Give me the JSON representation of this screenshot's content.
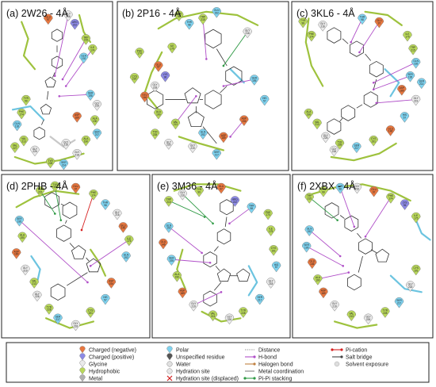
{
  "colors": {
    "negative": "#e8773f",
    "positive": "#8c8ae6",
    "glycine": "#eaeaea",
    "hydrophobic": "#b9d85a",
    "metal": "#b0b0b0",
    "polar": "#7fd3f0",
    "unspecified": "#555555",
    "water": "#e0e0e0",
    "hydration": "#e6e6e6",
    "pocket_hydrophobic": "#9ec23d",
    "pocket_polar": "#6cc4e0",
    "pocket_exposed": "#c8c8c8",
    "hbond": "#b04fc8",
    "pipi": "#2f9a45",
    "pication": "#d62020",
    "halogen": "#c08040",
    "saltbridge": "#444444",
    "distance": "#999999",
    "ligand": "#333333"
  },
  "panels": [
    {
      "title": "(a) 2W26 - 4Å",
      "residues": [
        {
          "kind": "negative",
          "label": "GLU 97"
        },
        {
          "kind": "positive",
          "label": "ARG 222"
        },
        {
          "kind": "glycine",
          "label": "GLY 216"
        },
        {
          "kind": "hydrophobic",
          "label": "TRP 215"
        },
        {
          "kind": "hydrophobic",
          "label": "ILE 174"
        },
        {
          "kind": "polar",
          "label": "GLN 192"
        },
        {
          "kind": "hydrophobic",
          "label": "TYR 99"
        },
        {
          "kind": "hydrophobic",
          "label": "PHE 174"
        },
        {
          "kind": "polar",
          "label": "SER 195"
        },
        {
          "kind": "glycine",
          "label": "GLY 219"
        },
        {
          "kind": "negative",
          "label": "ASP 189"
        },
        {
          "kind": "hydrophobic",
          "label": "ALA 190"
        },
        {
          "kind": "polar",
          "label": "GLN 192"
        },
        {
          "kind": "hydrophobic",
          "label": "VAL 213"
        },
        {
          "kind": "glycine",
          "label": "GLY 226"
        },
        {
          "kind": "hydrophobic",
          "label": "TYR 228"
        },
        {
          "kind": "polar",
          "label": "SER 214"
        },
        {
          "kind": "glycine",
          "label": "GLY 218"
        },
        {
          "kind": "hydrophobic",
          "label": "ALA 190"
        },
        {
          "kind": "polar",
          "label": "SER 217"
        },
        {
          "kind": "hydrophobic",
          "label": "VAL 227"
        },
        {
          "kind": "glycine",
          "label": "GLY 216"
        }
      ]
    },
    {
      "title": "(b) 2P16 - 4Å",
      "residues": [
        {
          "kind": "hydrophobic",
          "label": "TYR 99"
        },
        {
          "kind": "polar",
          "label": "THR 98"
        },
        {
          "kind": "negative",
          "label": "GLU 97"
        },
        {
          "kind": "positive",
          "label": "LYS 96"
        },
        {
          "kind": "hydrophobic",
          "label": "PHE 174"
        },
        {
          "kind": "hydrophobic",
          "label": "ILE 175"
        },
        {
          "kind": "hydrophobic",
          "label": "TRP 215"
        },
        {
          "kind": "polar",
          "label": "GLN 192"
        },
        {
          "kind": "glycine",
          "label": "GLY 216"
        },
        {
          "kind": "polar",
          "label": "SER 195"
        },
        {
          "kind": "negative",
          "label": "GLU 146"
        },
        {
          "kind": "glycine",
          "label": "GLY 218"
        },
        {
          "kind": "hydrophobic",
          "label": "CYS 220"
        },
        {
          "kind": "hydrophobic",
          "label": "ALA 190"
        },
        {
          "kind": "hydrophobic",
          "label": "VAL 213"
        },
        {
          "kind": "polar",
          "label": "GLN 192"
        },
        {
          "kind": "negative",
          "label": "ASP 189"
        },
        {
          "kind": "polar",
          "label": "SER 217"
        },
        {
          "kind": "glycine",
          "label": "GLY 219"
        },
        {
          "kind": "glycine",
          "label": "GLY 226"
        },
        {
          "kind": "hydrophobic",
          "label": "TYR 228"
        },
        {
          "kind": "negative",
          "label": "ASP 194"
        },
        {
          "kind": "polar",
          "label": "HIS 57"
        }
      ]
    },
    {
      "title": "(c) 3KL6 - 4Å",
      "residues": [
        {
          "kind": "hydrophobic",
          "label": "TYR 99"
        },
        {
          "kind": "hydrophobic",
          "label": "PHE 174"
        },
        {
          "kind": "glycine",
          "label": "GLY 216"
        },
        {
          "kind": "polar",
          "label": "THR 98"
        },
        {
          "kind": "negative",
          "label": "GLU 97"
        },
        {
          "kind": "hydrophobic",
          "label": "ILE 175"
        },
        {
          "kind": "hydrophobic",
          "label": "TRP 215"
        },
        {
          "kind": "polar",
          "label": "GLN 192"
        },
        {
          "kind": "polar",
          "label": "SER 195"
        },
        {
          "kind": "negative",
          "label": "ASP 189"
        },
        {
          "kind": "glycine",
          "label": "GLY 219"
        },
        {
          "kind": "hydrophobic",
          "label": "ALA 190"
        },
        {
          "kind": "hydrophobic",
          "label": "VAL 213"
        },
        {
          "kind": "glycine",
          "label": "GLY 226"
        },
        {
          "kind": "hydrophobic",
          "label": "TYR 228"
        },
        {
          "kind": "polar",
          "label": "SER 217"
        },
        {
          "kind": "hydrophobic",
          "label": "CYS 191"
        },
        {
          "kind": "negative",
          "label": "GLU 146"
        },
        {
          "kind": "polar",
          "label": "HIS 57"
        },
        {
          "kind": "glycine",
          "label": "GLY 218"
        },
        {
          "kind": "polar",
          "label": "SER 214"
        }
      ]
    },
    {
      "title": "(d) 2PHB - 4Å",
      "residues": [
        {
          "kind": "hydrophobic",
          "label": "TRP 215"
        },
        {
          "kind": "hydrophobic",
          "label": "TYR 99"
        },
        {
          "kind": "negative",
          "label": "GLU 97"
        },
        {
          "kind": "hydrophobic",
          "label": "PHE 174"
        },
        {
          "kind": "polar",
          "label": "THR 98"
        },
        {
          "kind": "glycine",
          "label": "GLY 216"
        },
        {
          "kind": "negative",
          "label": "GLU 146"
        },
        {
          "kind": "hydrophobic",
          "label": "ILE 175"
        },
        {
          "kind": "polar",
          "label": "GLN 192"
        },
        {
          "kind": "polar",
          "label": "SER 195"
        },
        {
          "kind": "hydrophobic",
          "label": "ALA 190"
        },
        {
          "kind": "negative",
          "label": "ASP 189"
        },
        {
          "kind": "glycine",
          "label": "GLY 219"
        },
        {
          "kind": "hydrophobic",
          "label": "VAL 213"
        },
        {
          "kind": "glycine",
          "label": "GLY 226"
        },
        {
          "kind": "hydrophobic",
          "label": "TYR 228"
        },
        {
          "kind": "polar",
          "label": "SER 217"
        },
        {
          "kind": "glycine",
          "label": "GLY 218"
        },
        {
          "kind": "hydrophobic",
          "label": "CYS 191"
        },
        {
          "kind": "polar",
          "label": "HIS 57"
        },
        {
          "kind": "negative",
          "label": "ASP 194"
        }
      ]
    },
    {
      "title": "(e) 3M36 - 4Å",
      "residues": [
        {
          "kind": "hydrophobic",
          "label": "TRP 215"
        },
        {
          "kind": "glycine",
          "label": "GLY 216"
        },
        {
          "kind": "hydrophobic",
          "label": "TYR 99"
        },
        {
          "kind": "negative",
          "label": "GLU 97"
        },
        {
          "kind": "positive",
          "label": "ARG 222"
        },
        {
          "kind": "polar",
          "label": "THR 98"
        },
        {
          "kind": "hydrophobic",
          "label": "PHE 174"
        },
        {
          "kind": "hydrophobic",
          "label": "ILE 175"
        },
        {
          "kind": "polar",
          "label": "GLN 192"
        },
        {
          "kind": "negative",
          "label": "GLU 146"
        },
        {
          "kind": "polar",
          "label": "SER 195"
        },
        {
          "kind": "hydrophobic",
          "label": "ALA 190"
        },
        {
          "kind": "negative",
          "label": "ASP 189"
        },
        {
          "kind": "glycine",
          "label": "GLY 219"
        },
        {
          "kind": "hydrophobic",
          "label": "VAL 213"
        },
        {
          "kind": "glycine",
          "label": "GLY 226"
        },
        {
          "kind": "hydrophobic",
          "label": "TYR 228"
        },
        {
          "kind": "polar",
          "label": "SER 217"
        },
        {
          "kind": "glycine",
          "label": "GLY 218"
        },
        {
          "kind": "polar",
          "label": "HIS 57"
        },
        {
          "kind": "hydrophobic",
          "label": "CYS 191"
        }
      ]
    },
    {
      "title": "(f) 2XBX - 4Å",
      "residues": [
        {
          "kind": "hydrophobic",
          "label": "TRP 215"
        },
        {
          "kind": "hydrophobic",
          "label": "TYR 99"
        },
        {
          "kind": "polar",
          "label": "THR 98"
        },
        {
          "kind": "glycine",
          "label": "GLY 216"
        },
        {
          "kind": "negative",
          "label": "GLU 97"
        },
        {
          "kind": "hydrophobic",
          "label": "PHE 174"
        },
        {
          "kind": "positive",
          "label": "LYS 96"
        },
        {
          "kind": "hydrophobic",
          "label": "ILE 175"
        },
        {
          "kind": "polar",
          "label": "GLN 192"
        },
        {
          "kind": "polar",
          "label": "SER 195"
        },
        {
          "kind": "negative",
          "label": "GLU 146"
        },
        {
          "kind": "hydrophobic",
          "label": "ALA 190"
        },
        {
          "kind": "negative",
          "label": "ASP 189"
        },
        {
          "kind": "glycine",
          "label": "GLY 219"
        },
        {
          "kind": "hydrophobic",
          "label": "VAL 213"
        },
        {
          "kind": "glycine",
          "label": "GLY 226"
        },
        {
          "kind": "hydrophobic",
          "label": "TYR 228"
        },
        {
          "kind": "polar",
          "label": "SER 217"
        },
        {
          "kind": "glycine",
          "label": "GLY 218"
        },
        {
          "kind": "hydrophobic",
          "label": "CYS 191"
        }
      ]
    }
  ],
  "legend": {
    "col1": [
      {
        "label": "Charged (negative)",
        "swatch": "negative"
      },
      {
        "label": "Charged (positive)",
        "swatch": "positive"
      },
      {
        "label": "Glycine",
        "swatch": "glycine"
      },
      {
        "label": "Hydrophobic",
        "swatch": "hydrophobic"
      },
      {
        "label": "Metal",
        "swatch": "metal"
      }
    ],
    "col2": [
      {
        "label": "Polar",
        "swatch": "polar"
      },
      {
        "label": "Unspecified residue",
        "swatch": "unspecified"
      },
      {
        "label": "Water",
        "swatch": "water"
      },
      {
        "label": "Hydration site",
        "swatch": "hydration"
      },
      {
        "label": "Hydration site (displaced)",
        "swatch": "displaced"
      }
    ],
    "col3": [
      {
        "label": "Distance",
        "line": "distance"
      },
      {
        "label": "H-bond",
        "line": "hbond"
      },
      {
        "label": "Halogen bond",
        "line": "halogen"
      },
      {
        "label": "Metal coordination",
        "line": "metal"
      },
      {
        "label": "Pi-Pi stacking",
        "line": "pipi"
      }
    ],
    "col4": [
      {
        "label": "Pi-cation",
        "line": "pication"
      },
      {
        "label": "Salt bridge",
        "line": "saltbridge"
      },
      {
        "label": "Solvent exposure",
        "line": "solvent"
      }
    ]
  }
}
